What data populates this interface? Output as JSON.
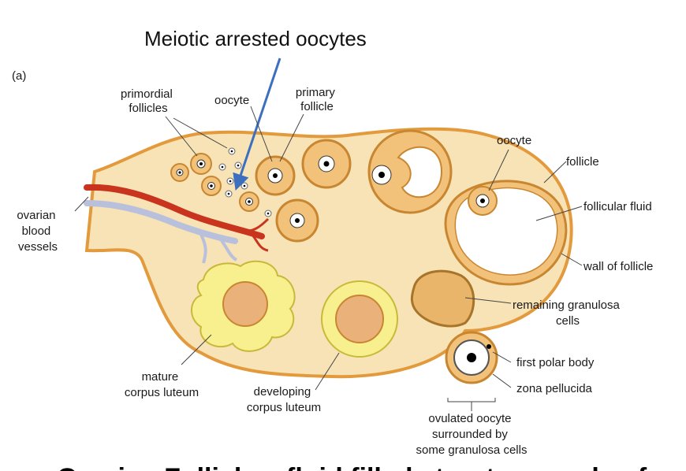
{
  "title": "Meiotic arrested oocytes",
  "panel_label": "(a)",
  "labels": {
    "primordial_follicles": [
      "primordial",
      "follicles"
    ],
    "oocyte_top": "oocyte",
    "primary_follicle": [
      "primary",
      "follicle"
    ],
    "oocyte_right": "oocyte",
    "follicle": "follicle",
    "follicular_fluid": "follicular fluid",
    "wall_of_follicle": "wall of follicle",
    "ovarian_blood_vessels": [
      "ovarian",
      "blood",
      "vessels"
    ],
    "remaining_granulosa": [
      "remaining granulosa",
      "cells"
    ],
    "first_polar_body": "first polar body",
    "zona_pellucida": "zona pellucida",
    "mature_corpus_luteum": [
      "mature",
      "corpus luteum"
    ],
    "developing_corpus_luteum": [
      "developing",
      "corpus luteum"
    ],
    "ovulated_oocyte": [
      "ovulated oocyte",
      "surrounded by",
      "some granulosa cells"
    ]
  },
  "caption_partial": "Ovarian Follicle – fluid filled structure made of",
  "colors": {
    "ovary_fill": "#f7e3b5",
    "follicle_ring": "#e39a3c",
    "artery": "#c8341e",
    "vein": "#b8c0dc",
    "corpus_luteum": "#f8f08e",
    "arrow": "#3c6fc0"
  }
}
